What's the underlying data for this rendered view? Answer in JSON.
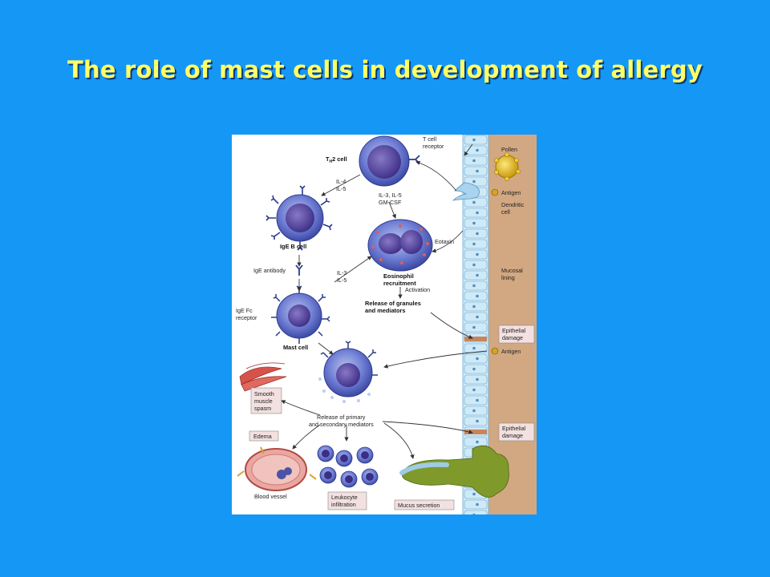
{
  "slide": {
    "title": "The role of mast cells in development of allergy"
  },
  "diagram": {
    "labels": {
      "t_cell_receptor_1": "T cell",
      "t_cell_receptor_2": "receptor",
      "th2_cell": "T",
      "th2_sub": "H",
      "th2_rest": "2 cell",
      "il4": "IL-4",
      "il5": "IL-5",
      "il3_il5_gm_1": "IL-3, IL-5",
      "il3_il5_gm_2": "GM-CSF",
      "ige_b_cell": "IgE B cell",
      "ige_antibody": "IgE antibody",
      "il3": "IL-3",
      "il5_b": "IL-5",
      "eosinophil_1": "Eosinophil",
      "eosinophil_2": "recruitment",
      "eotaxin": "Eotaxin",
      "activation": "Activation",
      "release_granules_1": "Release of granules",
      "release_granules_2": "and mediators",
      "ige_fc_1": "IgE Fc",
      "ige_fc_2": "receptor",
      "mast_cell": "Mast cell",
      "pollen": "Pollen",
      "antigen_1": "Antigen",
      "dendritic_1": "Dendritic",
      "dendritic_2": "cell",
      "mucosal_1": "Mucosal",
      "mucosal_2": "lining",
      "epithelial_damage_1a": "Epithelial",
      "epithelial_damage_1b": "damage",
      "antigen_2": "Antigen",
      "smooth_1": "Smooth",
      "smooth_2": "muscle",
      "smooth_3": "spasm",
      "release_primary_1": "Release of primary",
      "release_primary_2": "and secondary mediators",
      "epithelial_damage_2a": "Epithelial",
      "epithelial_damage_2b": "damage",
      "edema": "Edema",
      "blood_vessel": "Blood vessel",
      "leukocyte_1": "Leukocyte",
      "leukocyte_2": "infiltration",
      "mucus": "Mucus secretion"
    }
  }
}
